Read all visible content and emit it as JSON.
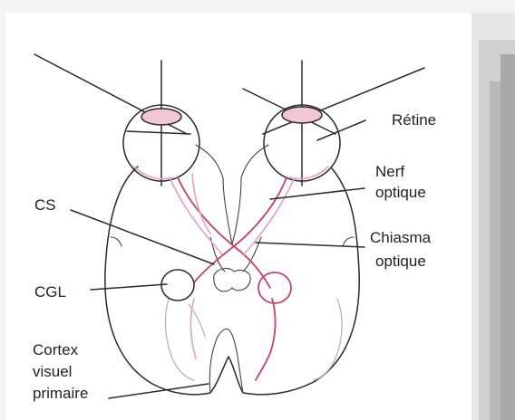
{
  "labels": {
    "retine": "Rétine",
    "nerf_line1": "Nerf",
    "nerf_line2": "optique",
    "cs": "CS",
    "chiasma_line1": "Chiasma",
    "chiasma_line2": "optique",
    "cgl": "CGL",
    "cortex_line1": "Cortex",
    "cortex_line2": "visuel",
    "cortex_line3": "primaire"
  },
  "colors": {
    "pathway": "#c9406a",
    "retina_fill": "#f2c6d4",
    "outline": "#2b2b2b"
  }
}
